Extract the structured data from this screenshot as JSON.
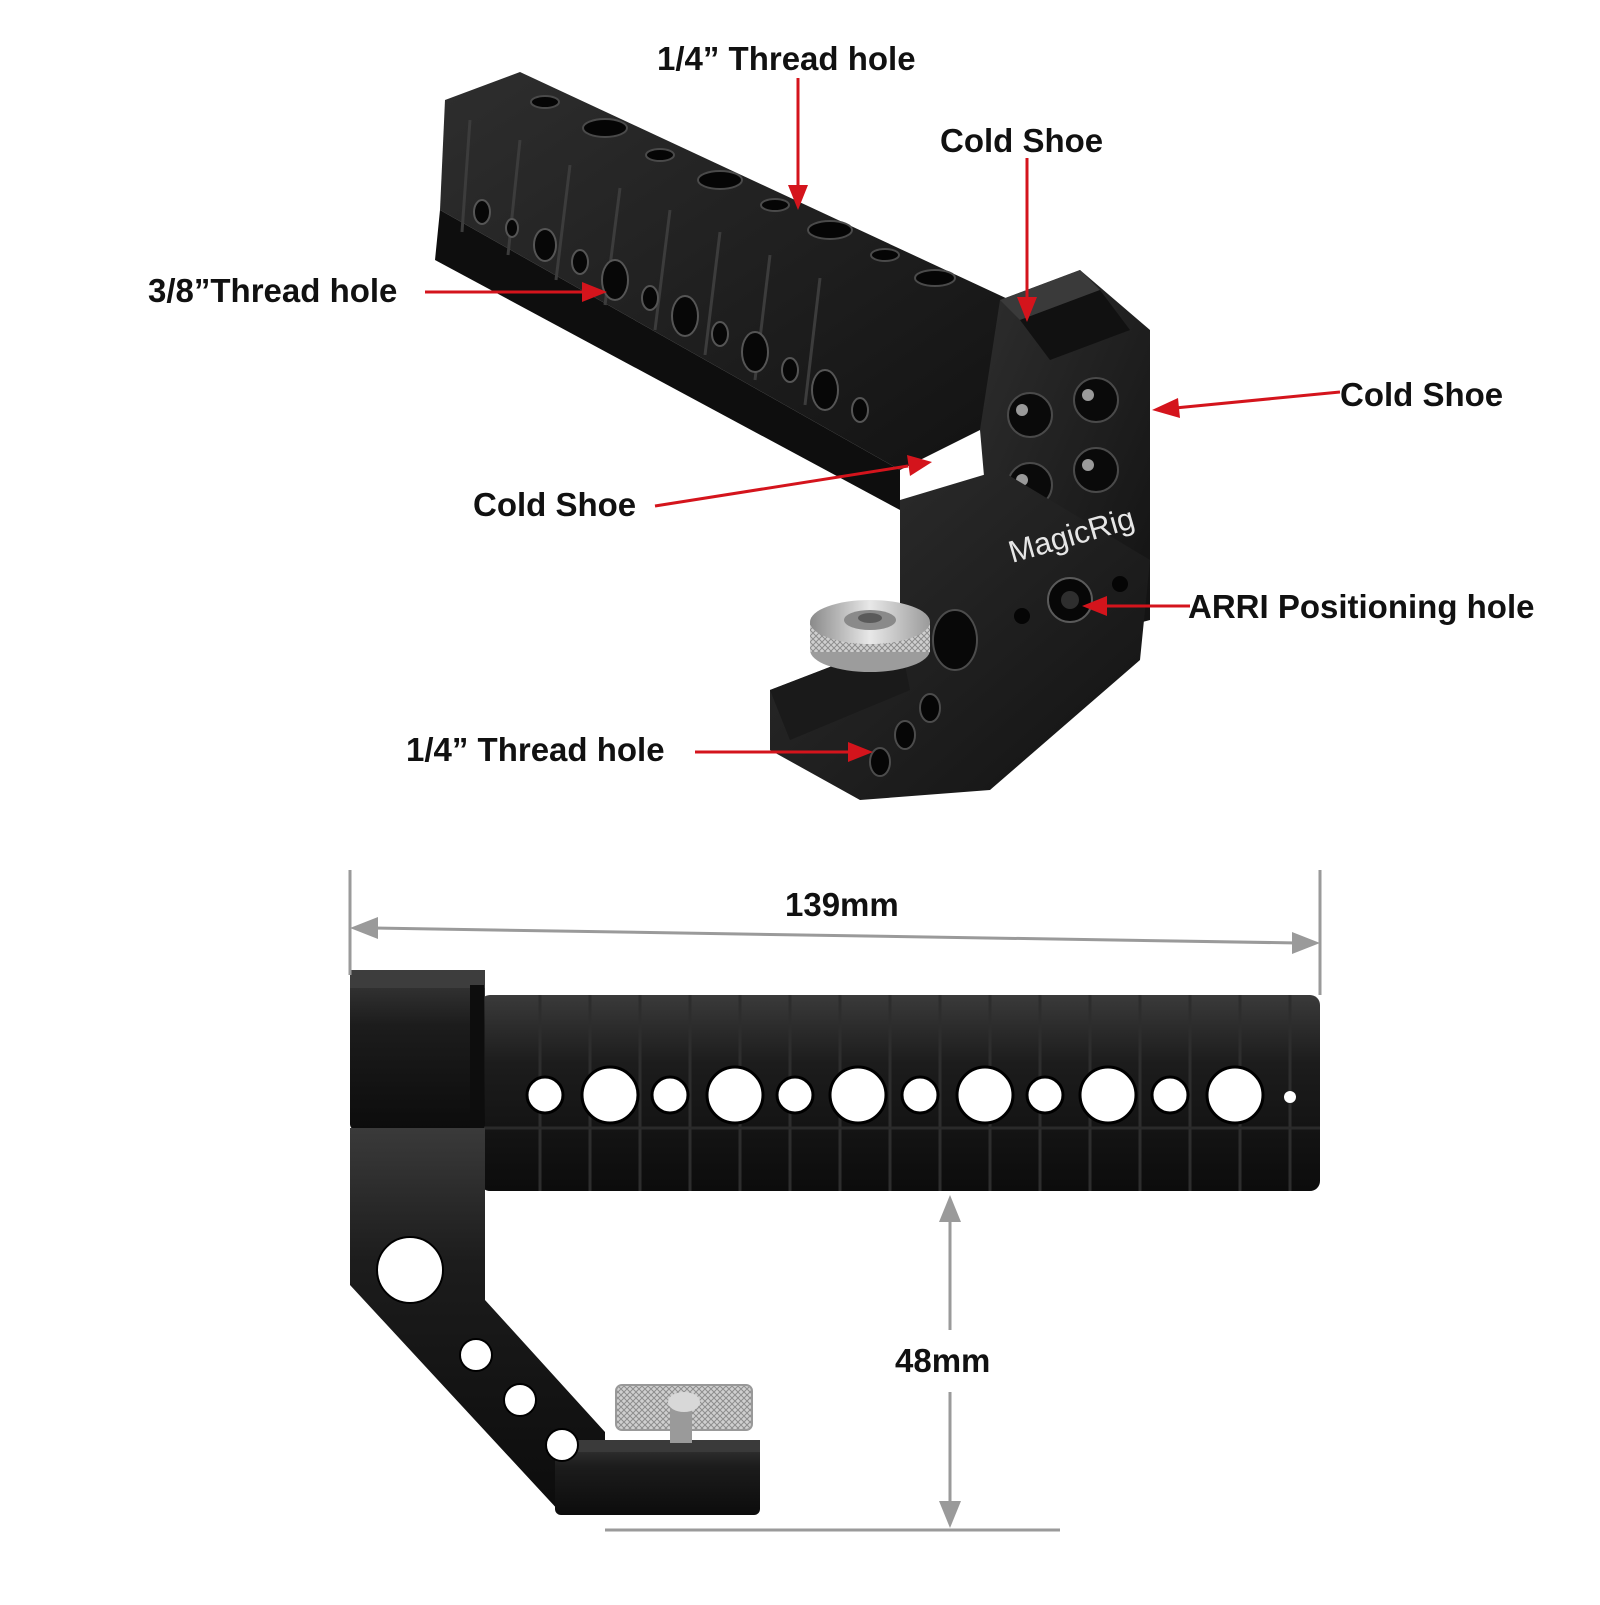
{
  "callouts": {
    "thread_quarter_top": "1/4” Thread hole",
    "cold_shoe_top": "Cold Shoe",
    "thread_three_eighths": "3/8”Thread hole",
    "cold_shoe_right": "Cold Shoe",
    "cold_shoe_middle": "Cold Shoe",
    "arri_hole": "ARRI Positioning hole",
    "thread_quarter_bottom": "1/4” Thread hole"
  },
  "brand": "MagicRig",
  "dimensions": {
    "length": "139mm",
    "height": "48mm"
  },
  "colors": {
    "annotation_arrow": "#d4141c",
    "dimension_line": "#9a9a9a",
    "metal_body": "#161616",
    "metal_highlight": "#3a3a3a",
    "knob": "#c9c9c9"
  }
}
